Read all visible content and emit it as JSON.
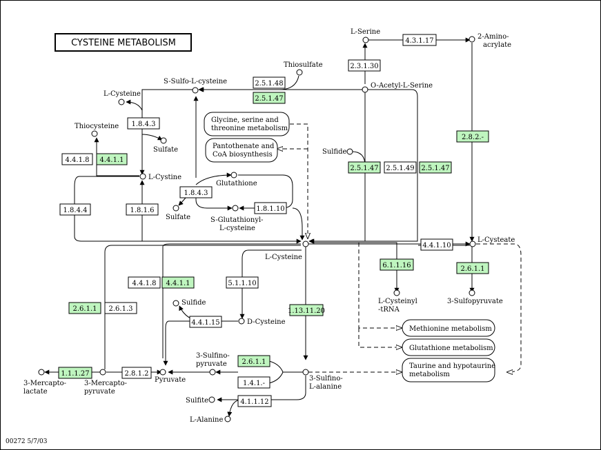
{
  "title": "CYSTEINE METABOLISM",
  "footer": "00272  5/7/03",
  "colors": {
    "enzyme_present": "#bff5bf",
    "enzyme_absent": "#ffffff",
    "line": "#000000"
  },
  "compounds": {
    "l_serine": "L-Serine",
    "amino_acrylate_1": "2-Amino-",
    "amino_acrylate_2": "acrylate",
    "thiosulfate": "Thiosulfate",
    "s_sulfo_l_cysteine": "S-Sulfo-L-cysteine",
    "o_acetyl_l_serine": "O-Acetyl-L-Serine",
    "l_cysteine_top": "L-Cysteine",
    "thiocysteine": "Thiocysteine",
    "sulfate_1": "Sulfate",
    "sulfate_2": "Sulfate",
    "sulfide_1": "Sulfide",
    "sulfide_2": "Sulfide",
    "l_cystine": "L-Cystine",
    "glutathione": "Glutathione",
    "s_glutathionyl_1": "S-Glutathionyl-",
    "s_glutathionyl_2": "L-cysteine",
    "l_cysteine_center": "L-Cysteine",
    "l_cysteate": "L-Cysteate",
    "l_cysteinyl_trna_1": "L-Cysteinyl",
    "l_cysteinyl_trna_2": "-tRNA",
    "sulfopyruvate_3": "3-Sulfopyruvate",
    "d_cysteine": "D-Cysteine",
    "sulfinopyruvate_1": "3-Sulfino-",
    "sulfinopyruvate_2": "pyruvate",
    "pyruvate": "Pyruvate",
    "mercaptolactate_1": "3-Mercapto-",
    "mercaptolactate_2": "lactate",
    "mercaptopyruvate_1": "3-Mercapto-",
    "mercaptopyruvate_2": "pyruvate",
    "sulfino_alanine_1": "3-Sulfino-",
    "sulfino_alanine_2": "L-alanine",
    "sulfite": "Sulfite",
    "l_alanine": "L-Alanine"
  },
  "enzymes": {
    "e_4_3_1_17": "4.3.1.17",
    "e_2_3_1_30": "2.3.1.30",
    "e_2_5_1_48": "2.5.1.48",
    "e_2_5_1_47_a": "2.5.1.47",
    "e_1_8_4_3_a": "1.8.4.3",
    "e_2_8_2": "2.8.2.-",
    "e_4_4_1_8_a": "4.4.1.8",
    "e_4_4_1_1_a": "4.4.1.1",
    "e_2_5_1_47_b": "2.5.1.47",
    "e_2_5_1_49": "2.5.1.49",
    "e_2_5_1_47_c": "2.5.1.47",
    "e_1_8_4_3_b": "1.8.4.3",
    "e_1_8_4_4": "1.8.4.4",
    "e_1_8_1_6": "1.8.1.6",
    "e_1_8_1_10": "1.8.1.10",
    "e_4_4_1_10": "4.4.1.10",
    "e_6_1_1_16": "6.1.1.16",
    "e_2_6_1_1_a": "2.6.1.1",
    "e_4_4_1_8_b": "4.4.1.8",
    "e_4_4_1_1_b": "4.4.1.1",
    "e_5_1_1_10": "5.1.1.10",
    "e_2_6_1_1_b": "2.6.1.1",
    "e_2_6_1_3": "2.6.1.3",
    "e_1_13_11_20": "1.13.11.20",
    "e_4_4_1_15": "4.4.1.15",
    "e_2_6_1_1_c": "2.6.1.1",
    "e_1_4_1": "1.4.1.-",
    "e_1_1_1_27": "1.1.1.27",
    "e_2_8_1_2": "2.8.1.2",
    "e_4_1_1_12": "4.1.1.12"
  },
  "pathways": {
    "glycine_1": "Glycine, serine and",
    "glycine_2": "threonine metabolism",
    "pantothenate_1": "Pantothenate and",
    "pantothenate_2": "CoA biosynthesis",
    "methionine": "Methionine metabolism",
    "glutathione_met": "Glutathione metabolism",
    "taurine_1": "Taurine and hypotaurine",
    "taurine_2": "metabolism"
  }
}
